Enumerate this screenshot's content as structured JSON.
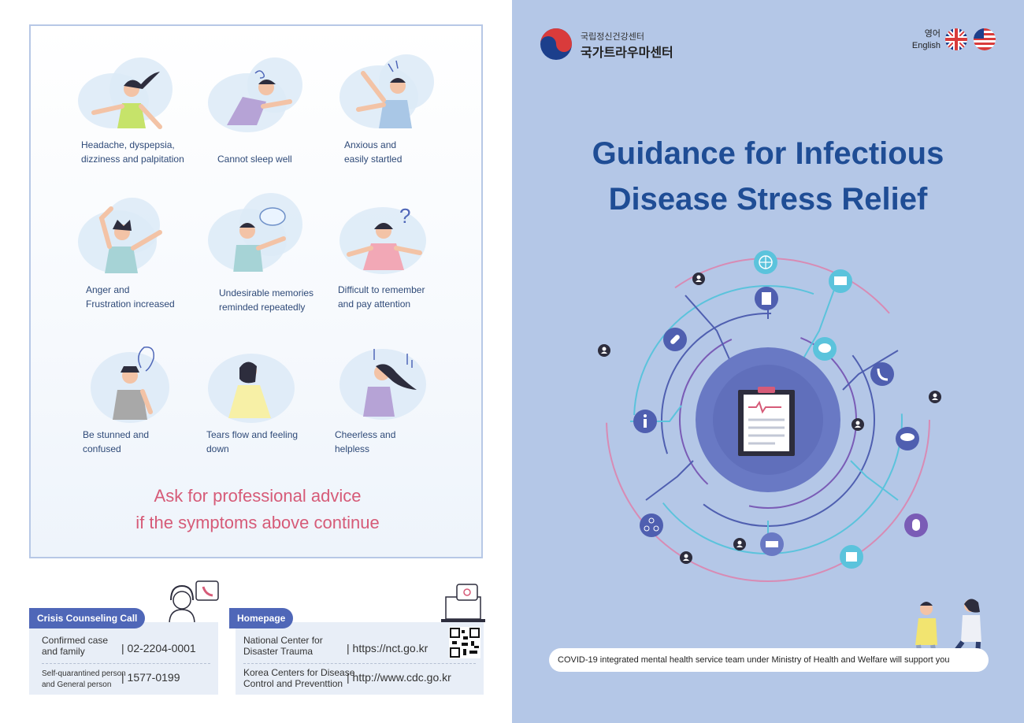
{
  "symptoms": [
    {
      "line1": "Headache, dyspepsia,",
      "line2": "dizziness and palpitation"
    },
    {
      "line1": "Cannot sleep well",
      "line2": ""
    },
    {
      "line1": "Anxious and",
      "line2": "easily startled"
    },
    {
      "line1": "Anger and",
      "line2": "Frustration increased"
    },
    {
      "line1": "Undesirable memories",
      "line2": "reminded repeatedly"
    },
    {
      "line1": "Difficult to remember",
      "line2": "and pay attention"
    },
    {
      "line1": "Be stunned and",
      "line2": "confused"
    },
    {
      "line1": "Tears flow and feeling",
      "line2": "down"
    },
    {
      "line1": "Cheerless and",
      "line2": "helpless"
    }
  ],
  "advice": {
    "line1": "Ask for professional advice",
    "line2": "if the symptoms above continue"
  },
  "crisis": {
    "tag": "Crisis Counseling Call",
    "row1_label_1": "Confirmed case",
    "row1_label_2": "and family",
    "row1_value": "02-2204-0001",
    "row2_label_1": "Self-quarantined person",
    "row2_label_2": "and General person",
    "row2_value": "1577-0199"
  },
  "homepage": {
    "tag": "Homepage",
    "row1_label_1": "National Center for",
    "row1_label_2": "Disaster Trauma",
    "row1_value": "https://nct.go.kr",
    "row2_label_1": "Korea Centers for Disease",
    "row2_label_2": "Control and Preventtion",
    "row2_value": "http://www.cdc.go.kr"
  },
  "logo": {
    "line1": "국립정신건강센터",
    "line2": "국가트라우마센터"
  },
  "lang": {
    "ko": "영어",
    "en": "English"
  },
  "title": {
    "line1": "Guidance for Infectious",
    "line2": "Disease Stress Relief"
  },
  "support_text": "COVID-19 integrated mental health service team under Ministry of Health and Welfare will support you",
  "colors": {
    "navy": "#1f4d95",
    "pink": "#d65b78",
    "bg_right": "#b4c7e7",
    "circle": "#6979c4"
  },
  "icons": [
    "globe-icon",
    "document-icon",
    "monitor-icon",
    "bandage-icon",
    "chat-icon",
    "phone-icon",
    "info-icon",
    "cloud-download-icon",
    "share-icon",
    "mouse-icon",
    "ambulance-icon",
    "card-icon",
    "clipboard-icon",
    "person-icon"
  ]
}
